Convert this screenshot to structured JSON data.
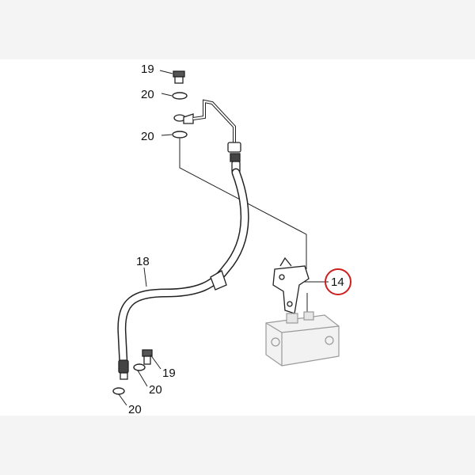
{
  "diagram": {
    "labels": {
      "bolt_top": "19",
      "washer_top_upper": "20",
      "washer_top_lower": "20",
      "hose": "18",
      "bracket": "14",
      "bolt_bottom": "19",
      "washer_bottom_upper": "20",
      "washer_bottom_lower": "20"
    },
    "highlight_color": "#cc1f1f",
    "line_color": "#222222"
  }
}
